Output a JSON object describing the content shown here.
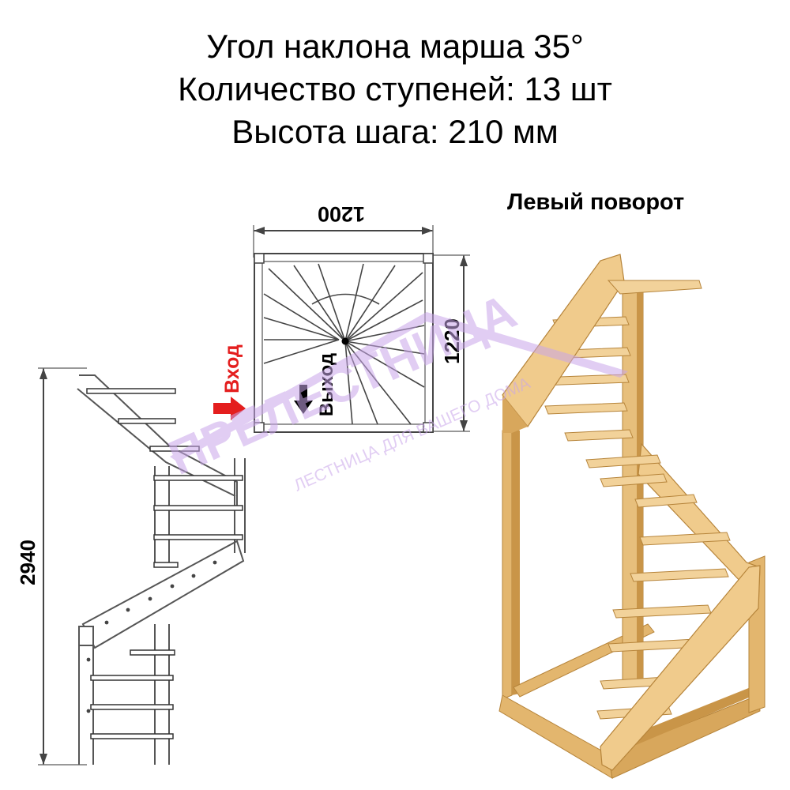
{
  "header": {
    "line1": "Угол наклона марша 35°",
    "line2": "Количество ступеней: 13 шт",
    "line3": "Высота шага: 210 мм"
  },
  "turn_label": "Левый поворот",
  "plan": {
    "width_label": "1200",
    "depth_label": "1220",
    "entry_label": "Вход",
    "exit_label": "Выход",
    "steps": 13
  },
  "side_view": {
    "height_label": "2940"
  },
  "watermark": {
    "brand": "ПРЕЛЕСТНИЦА",
    "slogan": "ЛЕСТНИЦА ДЛЯ ВАШЕГО ДОМА"
  },
  "colors": {
    "entry_arrow": "#e41e1e",
    "exit_arrow": "#000000",
    "wood_light": "#f2d29a",
    "wood_mid": "#e3b66e",
    "wood_dark": "#c99548",
    "watermark": "#c9a6ea"
  }
}
